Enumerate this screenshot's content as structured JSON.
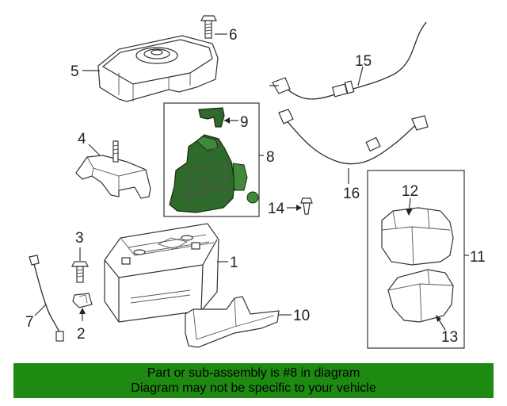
{
  "callouts": {
    "c1": "1",
    "c2": "2",
    "c3": "3",
    "c4": "4",
    "c5": "5",
    "c6": "6",
    "c7": "7",
    "c8": "8",
    "c9": "9",
    "c10": "10",
    "c11": "11",
    "c12": "12",
    "c13": "13",
    "c14": "14",
    "c15": "15",
    "c16": "16"
  },
  "banner": {
    "line1": "Part or sub-assembly is #8 in diagram",
    "line2": "Diagram may not be specific to your vehicle"
  },
  "colors": {
    "highlight_part": "#2e6b2a",
    "banner_background": "#1e8a12"
  }
}
